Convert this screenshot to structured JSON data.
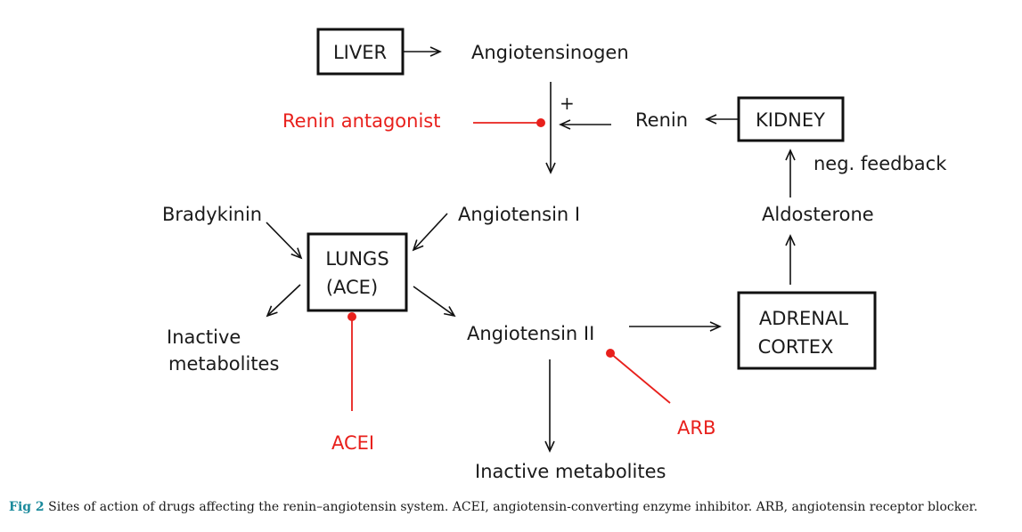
{
  "diagram": {
    "boxes": {
      "liver": "LIVER",
      "kidney": "KIDNEY",
      "lungs_line1": "LUNGS",
      "lungs_line2": "(ACE)",
      "adrenal_line1": "ADRENAL",
      "adrenal_line2": "CORTEX"
    },
    "labels": {
      "angiotensinogen": "Angiotensinogen",
      "renin": "Renin",
      "plus": "+",
      "neg_feedback": "neg. feedback",
      "aldosterone": "Aldosterone",
      "bradykinin": "Bradykinin",
      "angiotensin_i": "Angiotensin I",
      "angiotensin_ii": "Angiotensin II",
      "inactive_left_line1": "Inactive",
      "inactive_left_line2": "metabolites",
      "inactive_bottom": "Inactive metabolites"
    },
    "drugs": {
      "renin_antagonist": "Renin antagonist",
      "acei": "ACEI",
      "arb": "ARB"
    },
    "colors": {
      "drug": "#e8201c",
      "ink": "#111111",
      "caption_label": "#1b8a9c"
    }
  },
  "caption": {
    "label": "Fig 2",
    "text": "Sites of action of drugs affecting the renin–angiotensin system. ACEI, angiotensin-converting enzyme inhibitor. ARB, angiotensin receptor blocker."
  }
}
